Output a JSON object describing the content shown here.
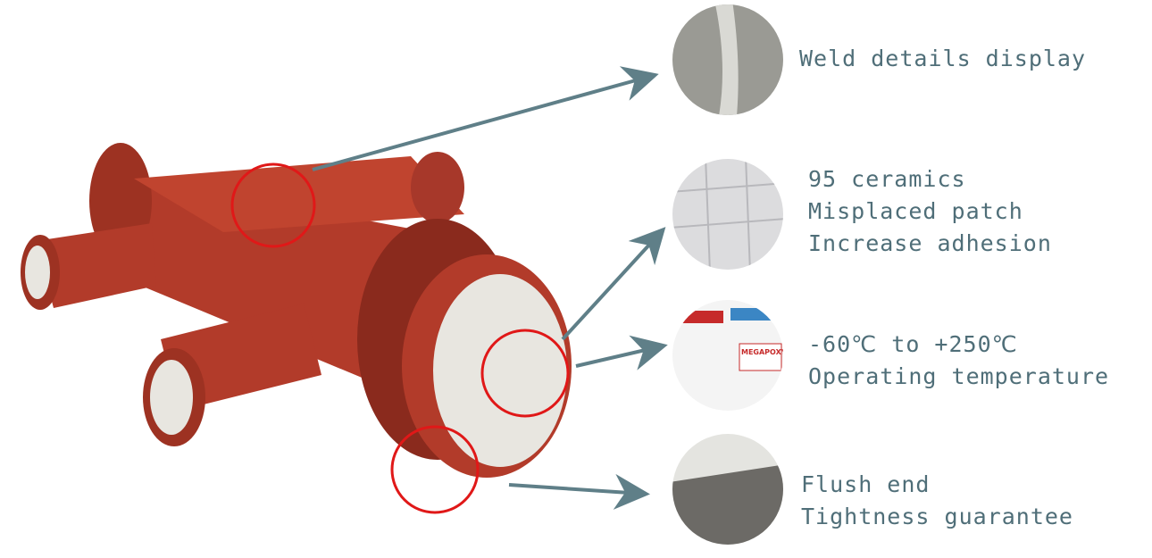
{
  "colors": {
    "pipe": "#b23b2a",
    "pipe_dark": "#8a2a1d",
    "ceramic": "#e8e6e0",
    "arrow": "#5f7f88",
    "text": "#4f6e78",
    "circle": "#e01818"
  },
  "features": [
    {
      "lines": [
        "Weld details display"
      ],
      "thumb": "weld"
    },
    {
      "lines": [
        "95 ceramics",
        "Misplaced patch",
        "Increase adhesion"
      ],
      "thumb": "ceramic-tiles"
    },
    {
      "lines": [
        "-60℃ to +250℃",
        "Operating temperature"
      ],
      "thumb": "adhesive-buckets",
      "label_text": "MEGAPOXY"
    },
    {
      "lines": [
        "Flush end",
        "Tightness guarantee"
      ],
      "thumb": "flush-end"
    }
  ]
}
